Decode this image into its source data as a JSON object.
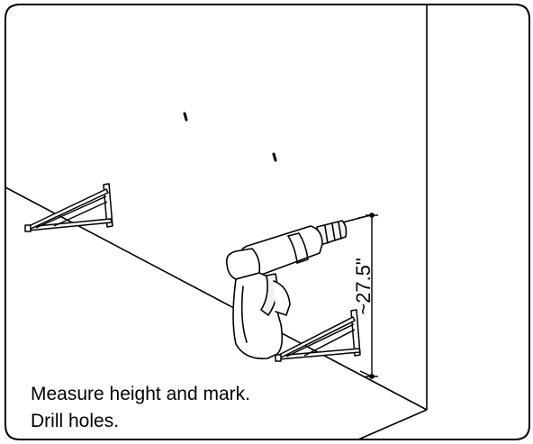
{
  "instructions": {
    "line1": "Measure height and mark.",
    "line2": "Drill holes."
  },
  "measurement": {
    "label": "~27.5\""
  },
  "colors": {
    "ink": "#000000",
    "paper": "#ffffff",
    "tool_fill": "#f2f2f2"
  },
  "icons": {
    "drill": "power-drill-icon",
    "bracket": "shelf-bracket-icon"
  }
}
